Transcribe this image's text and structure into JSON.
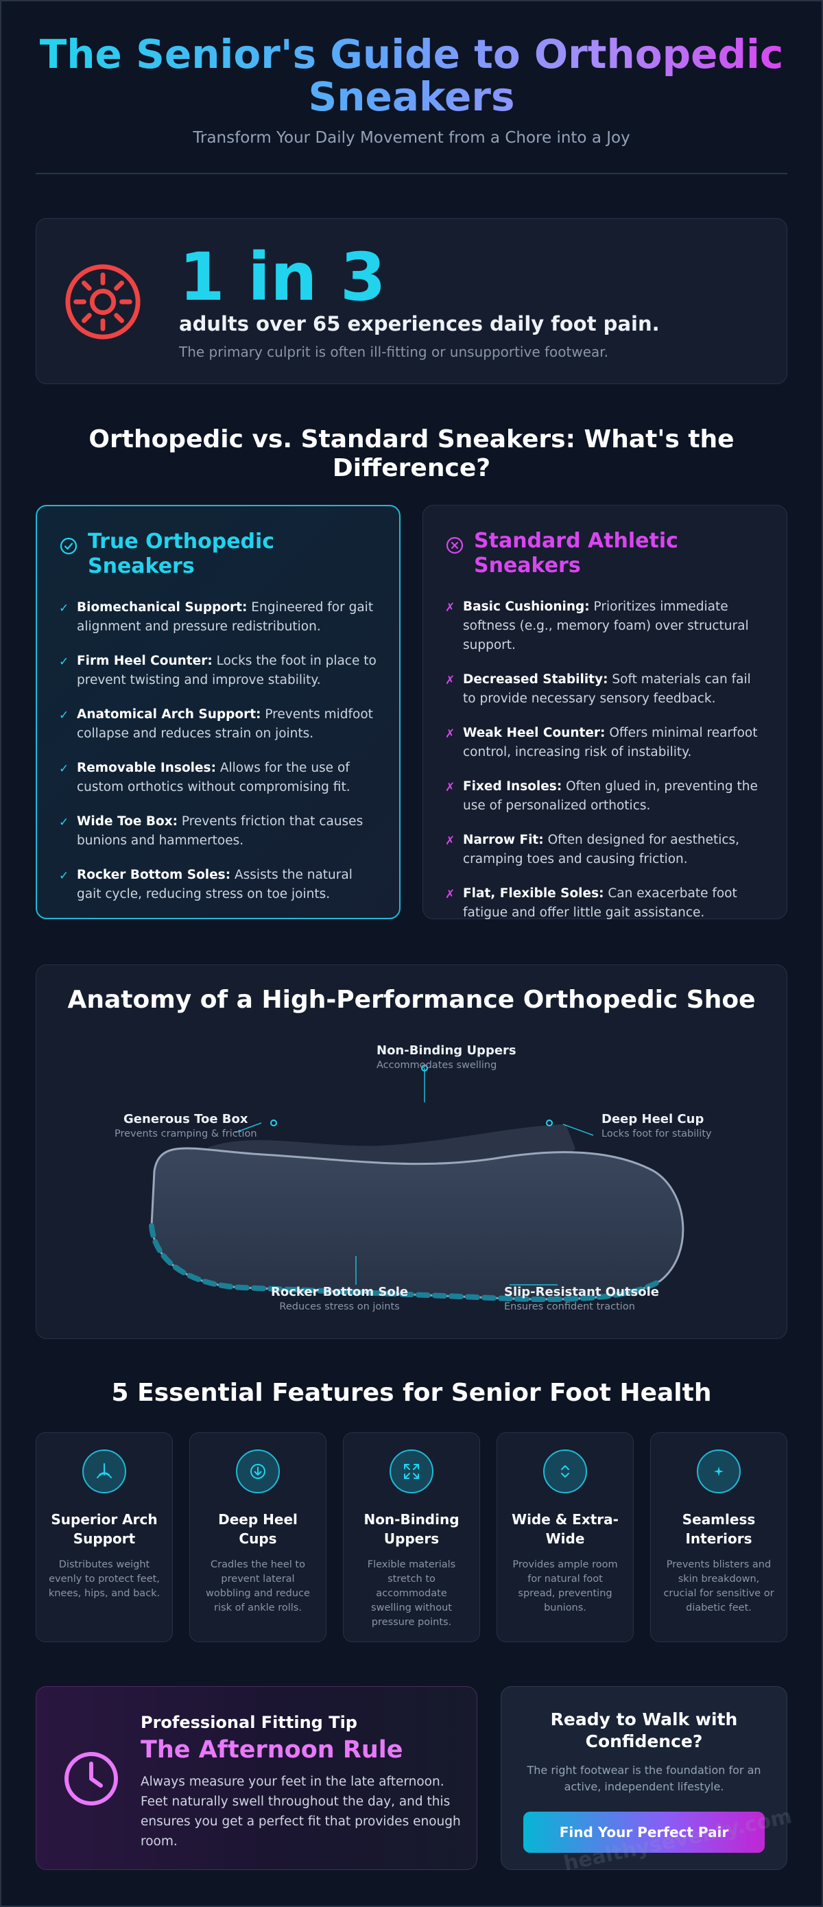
{
  "header": {
    "title": "The Senior's Guide to Orthopedic Sneakers",
    "subtitle": "Transform Your Daily Movement from a Chore into a Joy"
  },
  "stat": {
    "icon": "target-pain-icon",
    "big": "1 in 3",
    "description": "adults over 65 experiences daily foot pain.",
    "sub": "The primary culprit is often ill-fitting or unsupportive footwear."
  },
  "comparison": {
    "title": "Orthopedic vs. Standard Sneakers: What's the Difference?",
    "orthopedic": {
      "title": "True Orthopedic Sneakers",
      "icon": "check-circle-icon",
      "items": [
        {
          "label": "Biomechanical Support:",
          "text": "Engineered for gait alignment and pressure redistribution."
        },
        {
          "label": "Firm Heel Counter:",
          "text": "Locks the foot in place to prevent twisting and improve stability."
        },
        {
          "label": "Anatomical Arch Support:",
          "text": "Prevents midfoot collapse and reduces strain on joints."
        },
        {
          "label": "Removable Insoles:",
          "text": "Allows for the use of custom orthotics without compromising fit."
        },
        {
          "label": "Wide Toe Box:",
          "text": "Prevents friction that causes bunions and hammertoes."
        },
        {
          "label": "Rocker Bottom Soles:",
          "text": "Assists the natural gait cycle, reducing stress on toe joints."
        }
      ]
    },
    "standard": {
      "title": "Standard Athletic Sneakers",
      "icon": "x-circle-icon",
      "items": [
        {
          "label": "Basic Cushioning:",
          "text": "Prioritizes immediate softness (e.g., memory foam) over structural support."
        },
        {
          "label": "Decreased Stability:",
          "text": "Soft materials can fail to provide necessary sensory feedback."
        },
        {
          "label": "Weak Heel Counter:",
          "text": "Offers minimal rearfoot control, increasing risk of instability."
        },
        {
          "label": "Fixed Insoles:",
          "text": "Often glued in, preventing the use of personalized orthotics."
        },
        {
          "label": "Narrow Fit:",
          "text": "Often designed for aesthetics, cramping toes and causing friction."
        },
        {
          "label": "Flat, Flexible Soles:",
          "text": "Can exacerbate foot fatigue and offer little gait assistance."
        }
      ]
    }
  },
  "anatomy": {
    "title": "Anatomy of a High-Performance Orthopedic Shoe",
    "callouts": {
      "uppers": {
        "title": "Non-Binding Uppers",
        "desc": "Accommodates swelling"
      },
      "toe_box": {
        "title": "Generous Toe Box",
        "desc": "Prevents cramping & friction"
      },
      "heel_cup": {
        "title": "Deep Heel Cup",
        "desc": "Locks foot for stability"
      },
      "rocker": {
        "title": "Rocker Bottom Sole",
        "desc": "Reduces stress on joints"
      },
      "outsole": {
        "title": "Slip-Resistant Outsole",
        "desc": "Ensures confident traction"
      }
    }
  },
  "features": {
    "title": "5 Essential Features for Senior Foot Health",
    "items": [
      {
        "title": "Superior Arch Support",
        "desc": "Distributes weight evenly to protect feet, knees, hips, and back.",
        "icon": "arch-icon"
      },
      {
        "title": "Deep Heel Cups",
        "desc": "Cradles the heel to prevent lateral wobbling and reduce risk of ankle rolls.",
        "icon": "arrow-down-circle-icon"
      },
      {
        "title": "Non-Binding Uppers",
        "desc": "Flexible materials stretch to accommodate swelling without pressure points.",
        "icon": "expand-icon"
      },
      {
        "title": "Wide & Extra-Wide",
        "desc": "Provides ample room for natural foot spread, preventing bunions.",
        "icon": "chevrons-vertical-icon"
      },
      {
        "title": "Seamless Interiors",
        "desc": "Prevents blisters and skin breakdown, crucial for sensitive or diabetic feet.",
        "icon": "sparkle-icon"
      }
    ]
  },
  "tip": {
    "label": "Professional Fitting Tip",
    "title": "The Afternoon Rule",
    "body": "Always measure your feet in the late afternoon. Feet naturally swell throughout the day, and this ensures you get a perfect fit that provides enough room.",
    "icon": "clock-icon"
  },
  "cta": {
    "title": "Ready to Walk with Confidence?",
    "sub": "The right footwear is the foundation for an active, independent lifestyle.",
    "button": "Find Your Perfect Pair"
  },
  "watermark": "healthyseventy.com",
  "colors": {
    "cyan": "#22d3ee",
    "magenta": "#d946ef",
    "red": "#ef4444",
    "pink": "#e879f9",
    "background": "#0d1424"
  }
}
